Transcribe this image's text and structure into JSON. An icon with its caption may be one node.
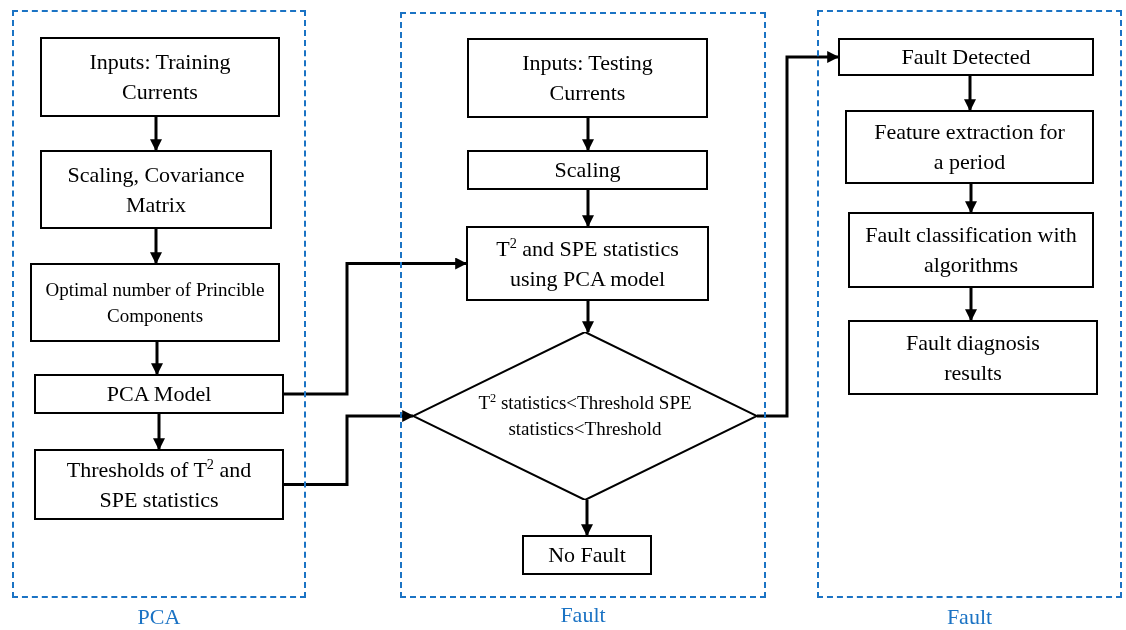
{
  "diagram": {
    "nodes": [
      {
        "text": [
          "PCA"
        ]
      },
      {
        "text": [
          "Inputs: Training Currents"
        ],
        "in": 0
      },
      {
        "text": [
          "Scaling, Covariance Matrix"
        ],
        "in": 0
      },
      {
        "text": [
          "Optimal number of Princible Components"
        ],
        "in": 0
      },
      {
        "text": [
          "PCA Model"
        ],
        "in": 0
      },
      {
        "text": [
          "Thresholds of T$^{2}$ and SPE statistics"
        ],
        "in": 0
      },
      {
        "text": [
          "Fault"
        ]
      },
      {
        "text": [
          "Inputs: Testing Currents"
        ],
        "in": 6
      },
      {
        "text": [
          "Scaling"
        ],
        "in": 6
      },
      {
        "text": [
          "T$^{2}$ and SPE statistics using PCA model"
        ],
        "in": 6
      },
      {
        "text": [
          "T$^{2}$ statistics<Threshold SPE statistics<Threshold"
        ],
        "in": 6
      },
      {
        "text": [
          "No Fault"
        ],
        "in": 6
      },
      {
        "text": [
          "Fault"
        ]
      },
      {
        "text": [
          "Fault Detected"
        ],
        "in": 12
      },
      {
        "text": [
          "Feature extraction for a period"
        ],
        "in": 12
      },
      {
        "text": [
          "Fault classification with algorithms"
        ],
        "in": 12
      },
      {
        "text": [
          "Fault diagnosis results"
        ],
        "in": 12
      }
    ],
    "edges": [
      {
        "from": 1,
        "to": 2,
        "arrow": "to"
      },
      {
        "from": 2,
        "to": 3,
        "arrow": "to"
      },
      {
        "from": 3,
        "to": 4,
        "arrow": "to"
      },
      {
        "from": 4,
        "to": 5,
        "arrow": "to"
      },
      {
        "from": 4,
        "to": 9,
        "arrow": "to"
      },
      {
        "from": 5,
        "to": 10,
        "arrow": "to"
      },
      {
        "from": 7,
        "to": 8,
        "arrow": "to"
      },
      {
        "from": 8,
        "to": 9,
        "arrow": "to"
      },
      {
        "from": 9,
        "to": 10,
        "arrow": "to"
      },
      {
        "from": 10,
        "to": 11,
        "arrow": "to"
      },
      {
        "from": 10,
        "to": 13,
        "arrow": "to"
      },
      {
        "from": 13,
        "to": 14,
        "arrow": "to"
      },
      {
        "from": 14,
        "to": 15,
        "arrow": "to"
      },
      {
        "from": 15,
        "to": 16,
        "arrow": "to"
      }
    ]
  }
}
